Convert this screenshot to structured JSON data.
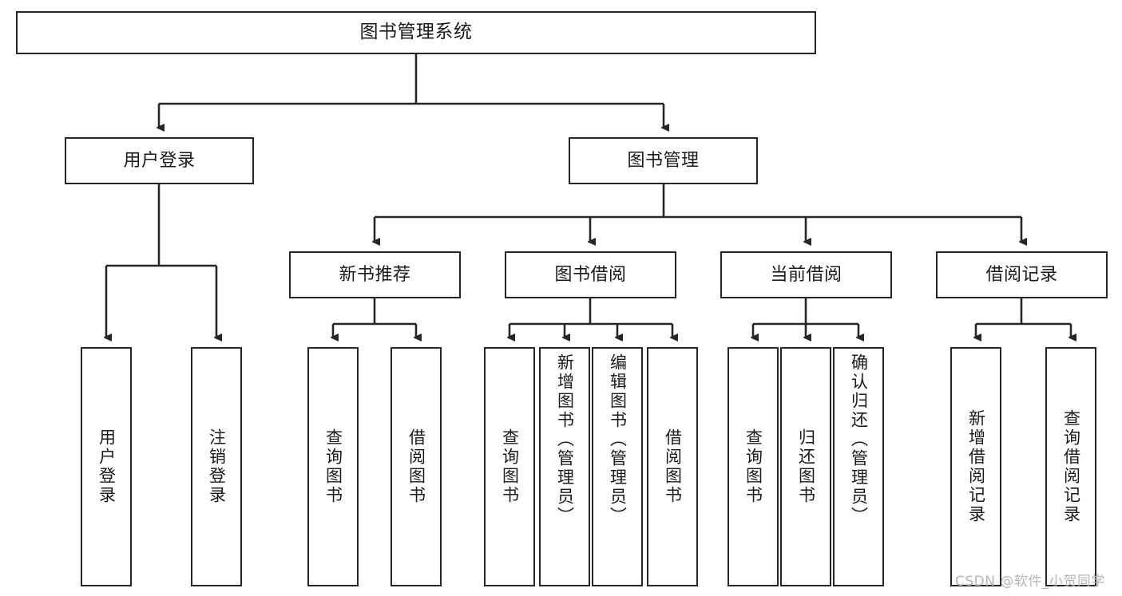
{
  "diagram": {
    "title": "图书管理系统",
    "type": "tree-hierarchy-chart",
    "root": {
      "label": "图书管理系统"
    },
    "level2": [
      {
        "label": "用户登录"
      },
      {
        "label": "图书管理"
      }
    ],
    "level3": [
      {
        "label": "新书推荐"
      },
      {
        "label": "图书借阅"
      },
      {
        "label": "当前借阅"
      },
      {
        "label": "借阅记录"
      }
    ],
    "leaves": {
      "user_login": [
        {
          "label": "用户登录"
        },
        {
          "label": "注销登录"
        }
      ],
      "new_book_recommend": [
        {
          "label": "查询图书"
        },
        {
          "label": "借阅图书"
        }
      ],
      "book_borrow": [
        {
          "label": "查询图书"
        },
        {
          "label": "新增图书（管理员）"
        },
        {
          "label": "编辑图书（管理员）"
        },
        {
          "label": "借阅图书"
        }
      ],
      "current_borrow": [
        {
          "label": "查询图书"
        },
        {
          "label": "归还图书"
        },
        {
          "label": "确认归还（管理员）"
        }
      ],
      "borrow_record": [
        {
          "label": "新增借阅记录"
        },
        {
          "label": "查询借阅记录"
        }
      ]
    },
    "watermark": "CSDN @软件_小贺同学",
    "colors": {
      "stroke": "#262626",
      "background": "#ffffff",
      "text": "#1a1a1a",
      "watermark": "#b6b6b6"
    }
  }
}
